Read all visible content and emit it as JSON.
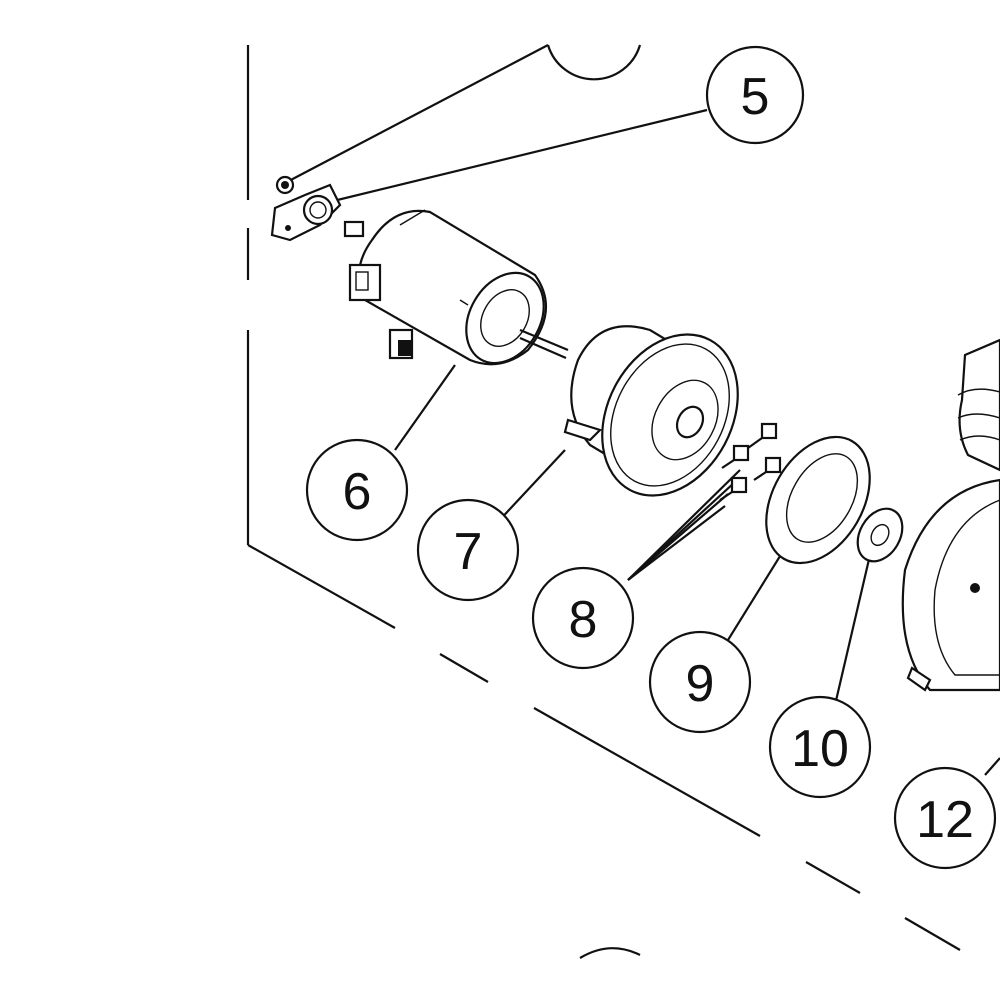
{
  "diagram": {
    "type": "exploded-parts-view",
    "callouts": [
      {
        "id": "5",
        "label": "5"
      },
      {
        "id": "6",
        "label": "6"
      },
      {
        "id": "7",
        "label": "7"
      },
      {
        "id": "8",
        "label": "8"
      },
      {
        "id": "9",
        "label": "9"
      },
      {
        "id": "10",
        "label": "10"
      },
      {
        "id": "12",
        "label": "12"
      }
    ],
    "line_color": "#111111",
    "background": "#ffffff"
  }
}
